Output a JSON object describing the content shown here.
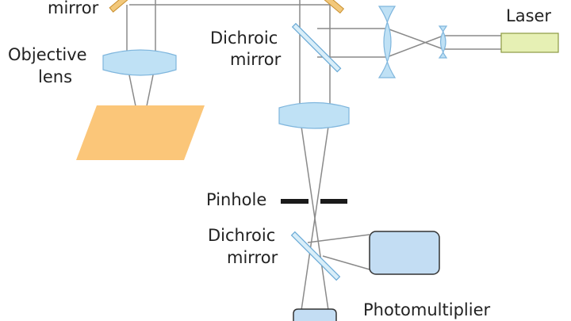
{
  "labels": {
    "mirror_top": "mirror",
    "objective_line1": "Objective",
    "objective_line2": "lens",
    "dichroic_top_line1": "Dichroic",
    "dichroic_top_line2": "mirror",
    "laser": "Laser",
    "pinhole": "Pinhole",
    "dichroic_bottom_line1": "Dichroic",
    "dichroic_bottom_line2": "mirror",
    "photomultiplier": "Photomultiplier"
  },
  "colors": {
    "lens_fill": "#bfe1f5",
    "lens_stroke": "#7fb6dd",
    "dichroic_fill": "#d9eef9",
    "dichroic_stroke": "#6aaad6",
    "mirror_fill": "#f2c87b",
    "mirror_stroke": "#c98f2e",
    "specimen": "#fbc679",
    "laser_fill": "#e6f0b4",
    "laser_stroke": "#8c9a42",
    "detector_fill": "#c3ddf3",
    "detector_stroke": "#333333",
    "pinhole": "#1a1a1a",
    "ray": "#8a8a8a"
  }
}
